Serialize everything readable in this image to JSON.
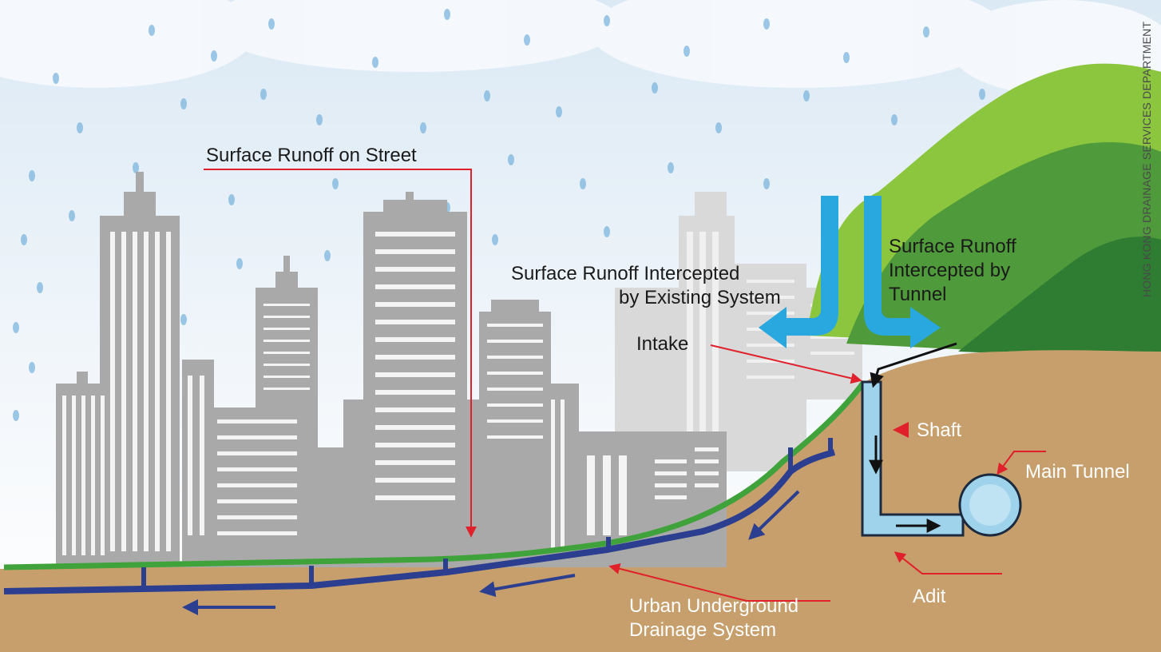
{
  "diagram": {
    "labels": {
      "surface_runoff_street": "Surface Runoff on Street",
      "intercepted_existing_1": "Surface Runoff Intercepted",
      "intercepted_existing_2": "by Existing System",
      "intercepted_tunnel_1": "Surface Runoff",
      "intercepted_tunnel_2": "Intercepted by",
      "intercepted_tunnel_3": "Tunnel",
      "intake": "Intake",
      "shaft": "Shaft",
      "main_tunnel": "Main Tunnel",
      "adit": "Adit",
      "urban_drainage_1": "Urban Underground",
      "urban_drainage_2": "Drainage System"
    },
    "credit": "HONG KONG DRAINAGE SERVICES DEPARTMENT",
    "colors": {
      "sky": "#e9f1f8",
      "ground": "#c79f6c",
      "buildings": "#a9a9a9",
      "hill_light": "#8cc63f",
      "hill_dark": "#2e7d32",
      "drain_pipe": "#2b3e8f",
      "tunnel": "#9fd3ec",
      "arrow_blue": "#29a8e0",
      "pointer_red": "#e0202a"
    }
  }
}
